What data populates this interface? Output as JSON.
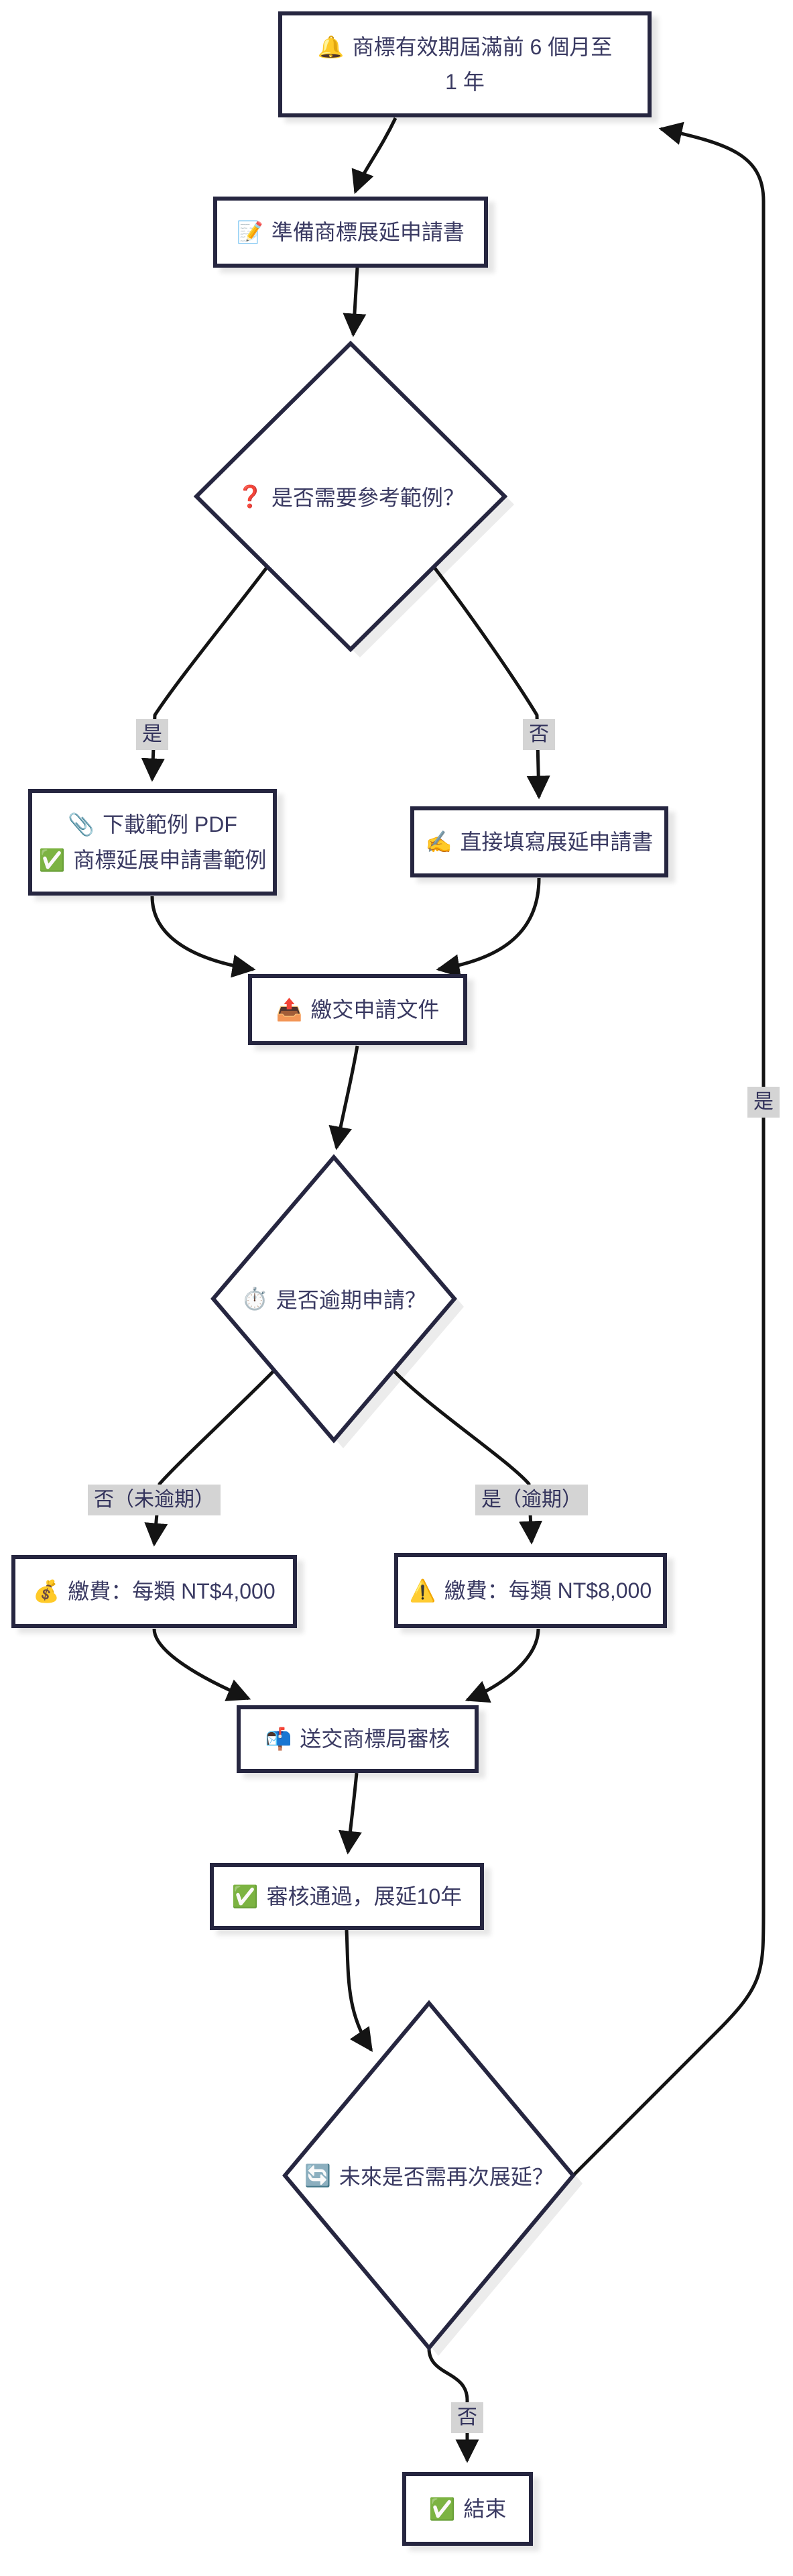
{
  "flowchart": {
    "nodes": {
      "start": {
        "icon": "🔔",
        "line1": "商標有效期屆滿前 6 個月至",
        "line2": "1 年"
      },
      "prepare": {
        "icon": "📝",
        "text": "準備商標展延申請書"
      },
      "decision_need_example": {
        "icon": "❓",
        "text": "是否需要參考範例？"
      },
      "download_example": {
        "icon_line1": "📎",
        "line1": "下載範例 PDF",
        "icon_line2": "✅",
        "line2": "商標延展申請書範例"
      },
      "fill_direct": {
        "icon": "✍️",
        "text": "直接填寫展延申請書"
      },
      "submit_docs": {
        "icon": "📤",
        "text": "繳交申請文件"
      },
      "decision_overdue": {
        "icon": "⏱️",
        "text": "是否逾期申請？"
      },
      "fee_normal": {
        "icon": "💰",
        "text": "繳費：每類 NT$4,000"
      },
      "fee_overdue": {
        "icon": "⚠️",
        "text": "繳費：每類 NT$8,000"
      },
      "send_review": {
        "icon": "📬",
        "text": "送交商標局審核"
      },
      "approved": {
        "icon": "✅",
        "text": "審核通過，展延10年"
      },
      "decision_renew_again": {
        "icon": "🔄",
        "text": "未來是否需再次展延？"
      },
      "end": {
        "icon": "✅",
        "text": "結束"
      }
    },
    "edge_labels": {
      "yes_example": "是",
      "no_example": "否",
      "no_not_overdue": "否（未逾期）",
      "yes_overdue": "是（逾期）",
      "yes_renew_loop": "是",
      "no_renew": "否"
    },
    "colors": {
      "node_border": "#262640",
      "node_fill": "#ffffff",
      "node_text": "#3a3a62",
      "edge_line": "#141414",
      "edge_label_bg": "#d4d4d4",
      "background": "#ffffff"
    }
  }
}
